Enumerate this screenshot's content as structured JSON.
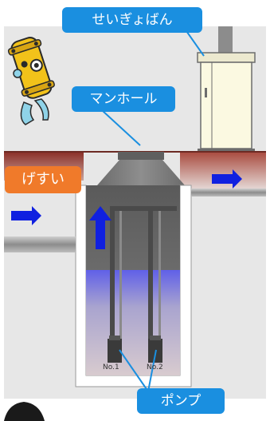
{
  "labels": {
    "control_panel": "せいぎょばん",
    "manhole": "マンホール",
    "sewage": "げすい",
    "pump": "ポンプ",
    "pump_1": "No.1",
    "pump_2": "No.2"
  },
  "colors": {
    "callout_blue": "#1a8fe0",
    "callout_orange": "#f07a2a",
    "flow_arrow": "#1020e0",
    "ground": "#e6e6e6",
    "road": "#9b3b32",
    "water": "#6b6bd8"
  },
  "icons": {
    "mascot": "manhole-mascot-icon",
    "flow_arrows": "flow-arrow-icon"
  }
}
